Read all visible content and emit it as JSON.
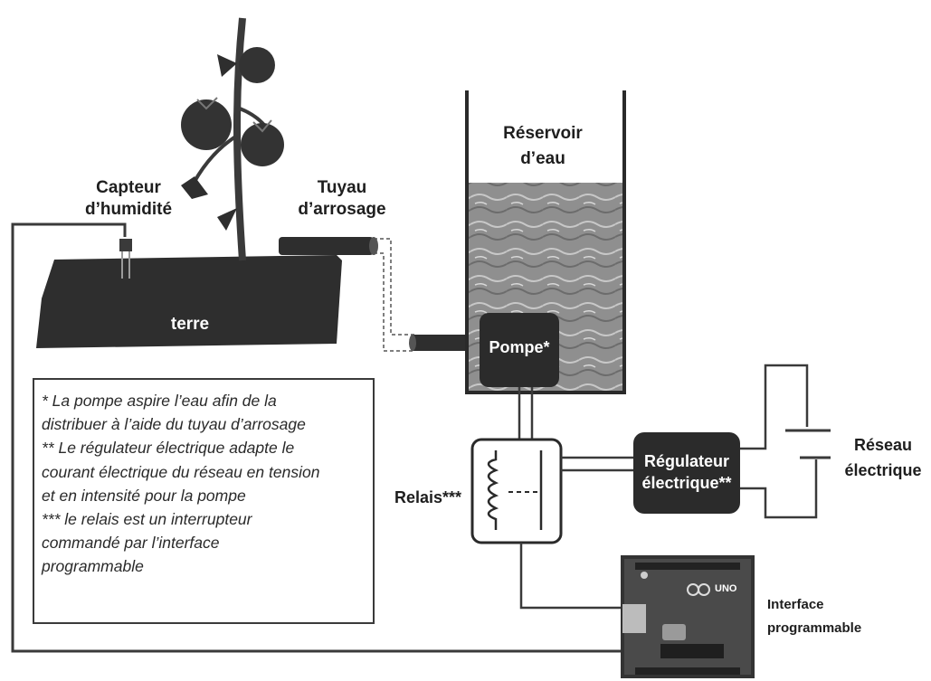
{
  "labels": {
    "capteur_line1": "Capteur",
    "capteur_line2": "d’humidité",
    "tuyau_line1": "Tuyau",
    "tuyau_line2": "d’arrosage",
    "reservoir_line1": "Réservoir",
    "reservoir_line2": "d’eau",
    "terre": "terre",
    "pompe": "Pompe*",
    "relais": "Relais***",
    "regulateur_line1": "Régulateur",
    "regulateur_line2": "électrique**",
    "reseau_line1": "Réseau",
    "reseau_line2": "électrique",
    "interface_line1": "Interface",
    "interface_line2": "programmable",
    "arduino_uno": "UNO"
  },
  "legend": [
    "* La pompe aspire l’eau afin de la",
    "distribuer à l’aide du tuyau d’arrosage",
    "** Le régulateur électrique adapte le",
    "courant électrique du réseau en tension",
    "et en intensité pour la pompe",
    "*** le relais est un interrupteur",
    "commandé par l’interface",
    "programmable"
  ],
  "colors": {
    "dark_fill": "#2b2b2b",
    "wire": "#3a3a3a",
    "water": "#9a9a9a",
    "arduino": "#3c3c3c"
  }
}
